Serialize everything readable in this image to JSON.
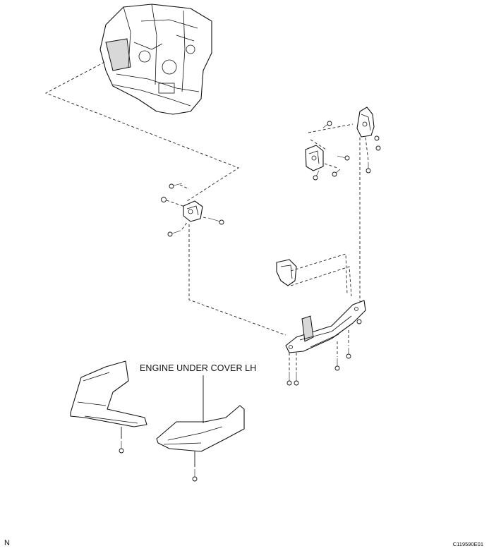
{
  "labels": {
    "engine_under_cover_lh": "ENGINE UNDER COVER LH",
    "corner_mark": "N",
    "figure_code": "C119590E01"
  }
}
